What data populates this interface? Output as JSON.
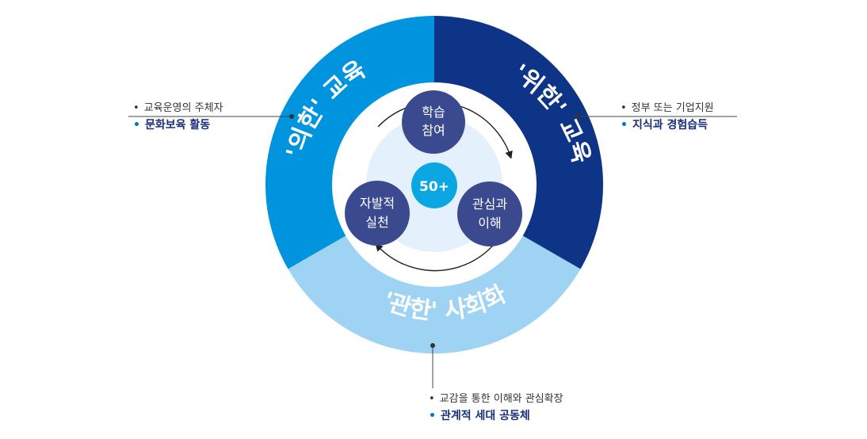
{
  "center": {
    "label": "50+"
  },
  "nodes": [
    {
      "line1": "학습",
      "line2": "참여"
    },
    {
      "line1": "자발적",
      "line2": "실천"
    },
    {
      "line1": "관심과",
      "line2": "이해"
    }
  ],
  "segments": [
    {
      "label": "'의한' 교육",
      "color": "#0094de"
    },
    {
      "label": "'위한' 교육",
      "color": "#0d3486"
    },
    {
      "label": "'관한' 사회화",
      "color": "#9fd3f3"
    }
  ],
  "callouts": {
    "left": {
      "sub": "교육운영의 주체자",
      "main": "문화보육 활동"
    },
    "right": {
      "sub": "정부 또는 기업지원",
      "main": "지식과 경험습득"
    },
    "bottom": {
      "sub": "교감을 통한 이해와 관심확장",
      "main": "관계적 세대 공동체"
    }
  },
  "bullet": "•",
  "colors": {
    "node": "#3b4a8f",
    "center": "#0aa7e3",
    "inner_bg": "#e4f0fb",
    "label_main": "#1a2f7a"
  }
}
